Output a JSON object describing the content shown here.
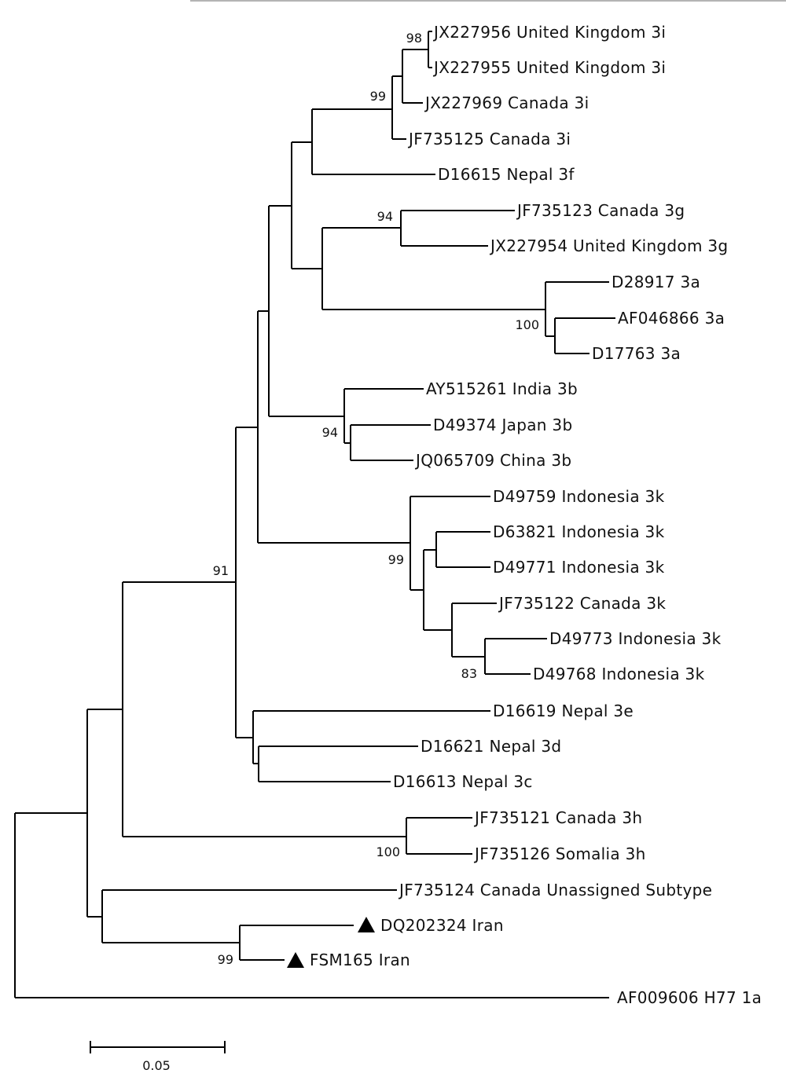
{
  "tree": {
    "leaves": [
      {
        "id": "jx227956",
        "label": "JX227956 United Kingdom 3i"
      },
      {
        "id": "jx227955",
        "label": "JX227955 United Kingdom 3i"
      },
      {
        "id": "jx227969",
        "label": "JX227969 Canada 3i"
      },
      {
        "id": "jf735125",
        "label": "JF735125 Canada 3i"
      },
      {
        "id": "d16615",
        "label": "D16615 Nepal 3f"
      },
      {
        "id": "jf735123",
        "label": "JF735123 Canada 3g"
      },
      {
        "id": "jx227954",
        "label": "JX227954 United Kingdom 3g"
      },
      {
        "id": "d28917",
        "label": "D28917 3a"
      },
      {
        "id": "af046866",
        "label": "AF046866 3a"
      },
      {
        "id": "d17763",
        "label": "D17763 3a"
      },
      {
        "id": "ay515261",
        "label": "AY515261 India 3b"
      },
      {
        "id": "d49374",
        "label": "D49374 Japan 3b"
      },
      {
        "id": "jq065709",
        "label": "JQ065709 China 3b"
      },
      {
        "id": "d49759",
        "label": "D49759 Indonesia 3k"
      },
      {
        "id": "d63821",
        "label": "D63821 Indonesia 3k"
      },
      {
        "id": "d49771",
        "label": "D49771 Indonesia 3k"
      },
      {
        "id": "jf735122",
        "label": "JF735122 Canada 3k"
      },
      {
        "id": "d49773",
        "label": "D49773 Indonesia 3k"
      },
      {
        "id": "d49768",
        "label": "D49768 Indonesia 3k"
      },
      {
        "id": "d16619",
        "label": "D16619 Nepal 3e"
      },
      {
        "id": "d16621",
        "label": "D16621 Nepal 3d"
      },
      {
        "id": "d16613",
        "label": "D16613 Nepal 3c"
      },
      {
        "id": "jf735121",
        "label": "JF735121 Canada 3h"
      },
      {
        "id": "jf735126",
        "label": "JF735126 Somalia 3h"
      },
      {
        "id": "jf735124",
        "label": "JF735124 Canada Unassigned Subtype"
      },
      {
        "id": "dq202324",
        "label": "DQ202324 Iran",
        "marker": "triangle"
      },
      {
        "id": "fsm165",
        "label": "FSM165 Iran",
        "marker": "triangle"
      },
      {
        "id": "af009606",
        "label": "AF009606 H77 1a"
      }
    ],
    "bootstrap_values": [
      "98",
      "99",
      "94",
      "100",
      "94",
      "99",
      "83",
      "91",
      "100",
      "99"
    ],
    "scale_bar": {
      "label": "0.05",
      "value": 0.05
    }
  }
}
